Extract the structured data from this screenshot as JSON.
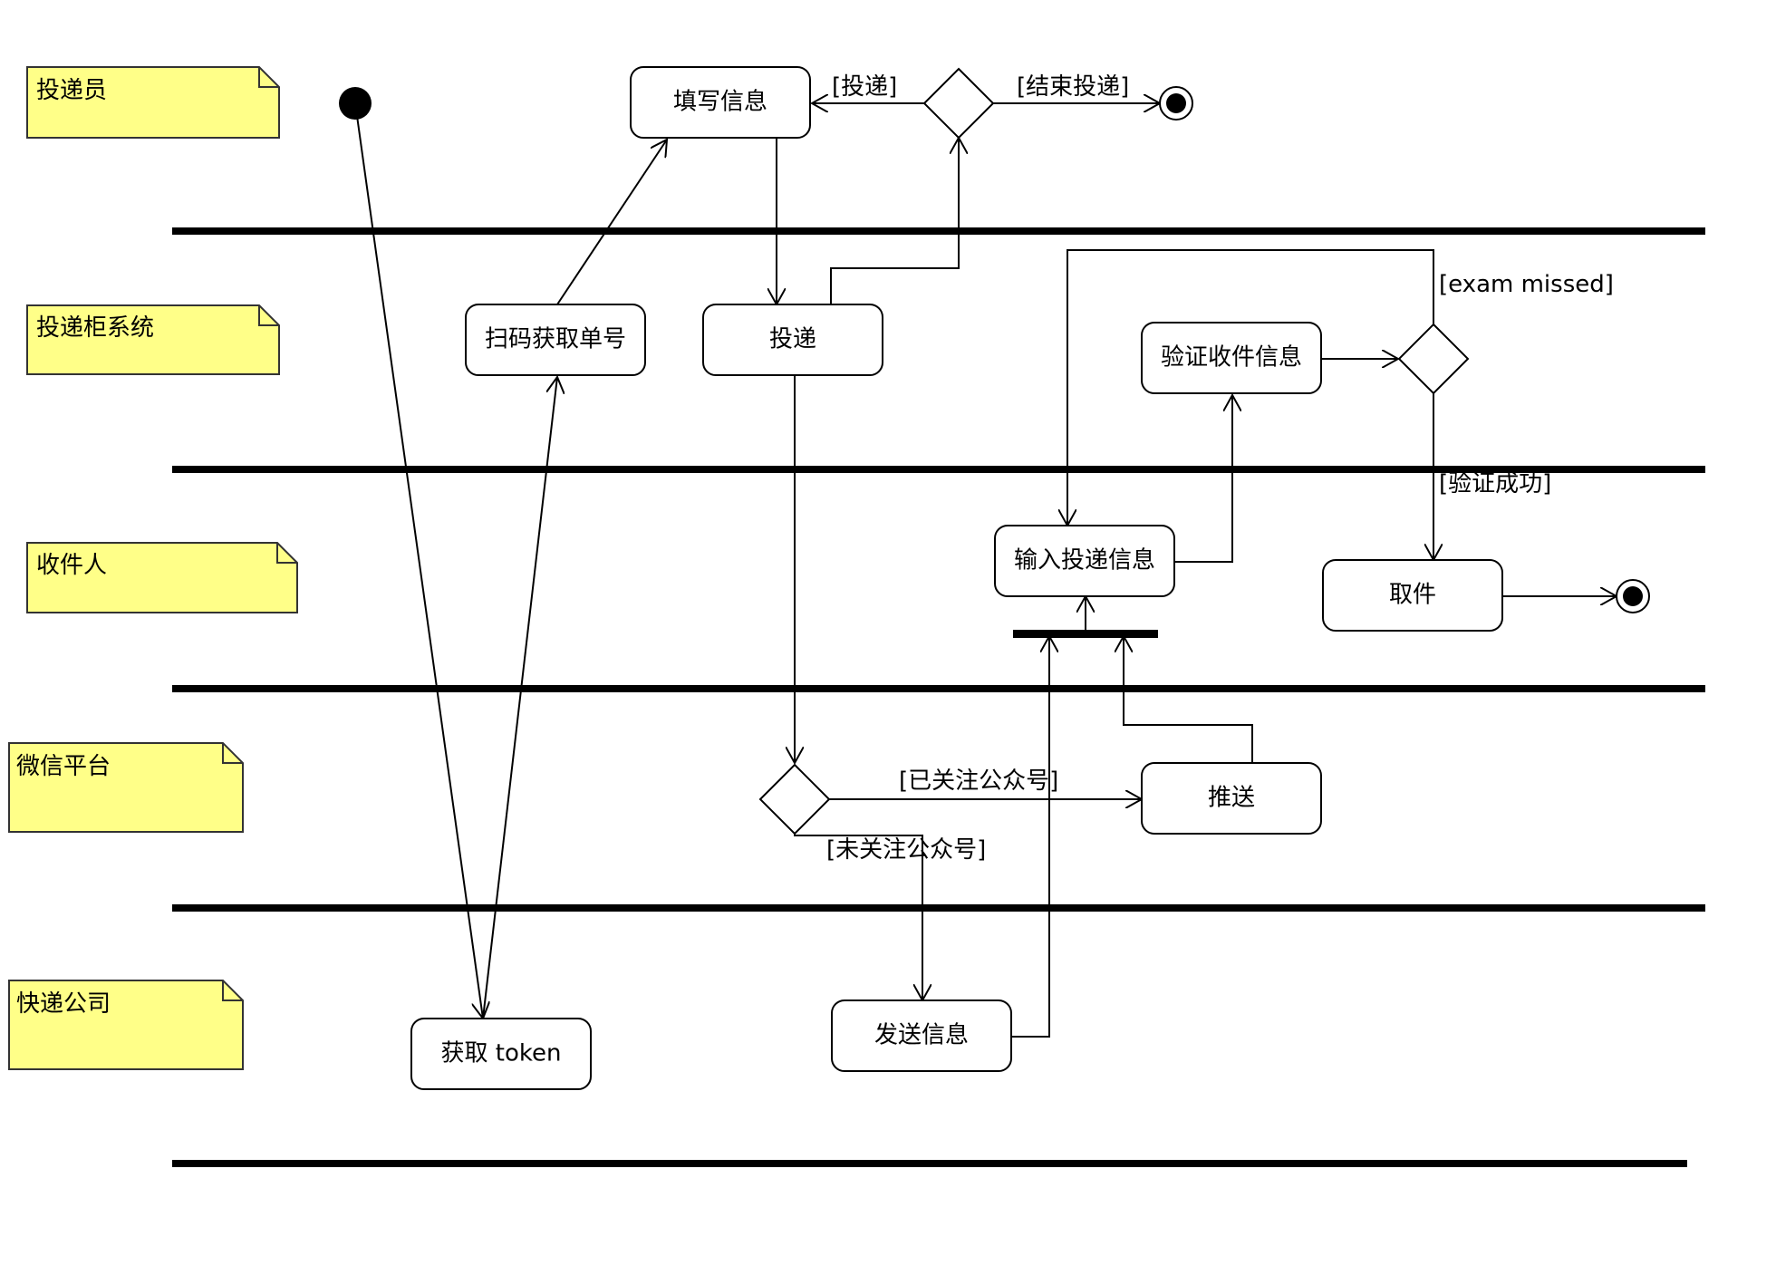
{
  "swimlanes": [
    {
      "id": "courier",
      "label": "投递员"
    },
    {
      "id": "locker",
      "label": "投递柜系统"
    },
    {
      "id": "recipient",
      "label": "收件人"
    },
    {
      "id": "wechat",
      "label": "微信平台"
    },
    {
      "id": "express",
      "label": "快递公司"
    }
  ],
  "actions": {
    "fill_info": "填写信息",
    "deliver": "投递",
    "scan_get_number": "扫码获取单号",
    "verify_recipient": "验证收件信息",
    "input_delivery_info": "输入投递信息",
    "pick_up": "取件",
    "push": "推送",
    "send_info": "发送信息",
    "get_token": "获取 token"
  },
  "guards": {
    "deliver": "[投递]",
    "end_delivery": "[结束投递]",
    "exam_missed": "[exam missed]",
    "verify_success": "[验证成功]",
    "followed": "[已关注公众号]",
    "not_followed": "[未关注公众号]"
  }
}
